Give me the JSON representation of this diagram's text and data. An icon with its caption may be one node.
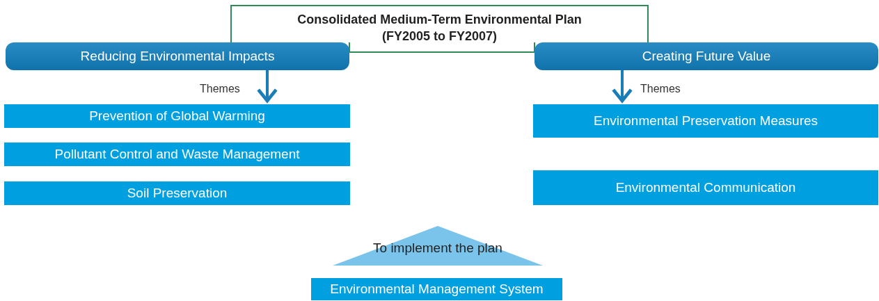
{
  "diagram": {
    "nodes": [
      {
        "text": [
          "Consolidated Medium-Term Environmental Plan (FY2005 to FY2007)"
        ]
      },
      {
        "text": [
          "Reducing Environmental Impacts"
        ]
      },
      {
        "text": [
          "Creating Future Value"
        ]
      },
      {
        "text": [
          "Prevention of Global Warming"
        ]
      },
      {
        "text": [
          "Pollutant Control and Waste Management"
        ]
      },
      {
        "text": [
          "Soil Preservation"
        ]
      },
      {
        "text": [
          "Environmental Preservation Measures"
        ]
      },
      {
        "text": [
          "Environmental Communication"
        ]
      },
      {
        "text": [
          "To implement the plan"
        ]
      },
      {
        "text": [
          "Environmental Management System"
        ]
      }
    ],
    "edges": [
      {
        "from": 1,
        "to": 3,
        "arrow": "to",
        "label": "Themes"
      },
      {
        "from": 2,
        "to": 6,
        "arrow": "to",
        "label": "Themes"
      }
    ]
  }
}
